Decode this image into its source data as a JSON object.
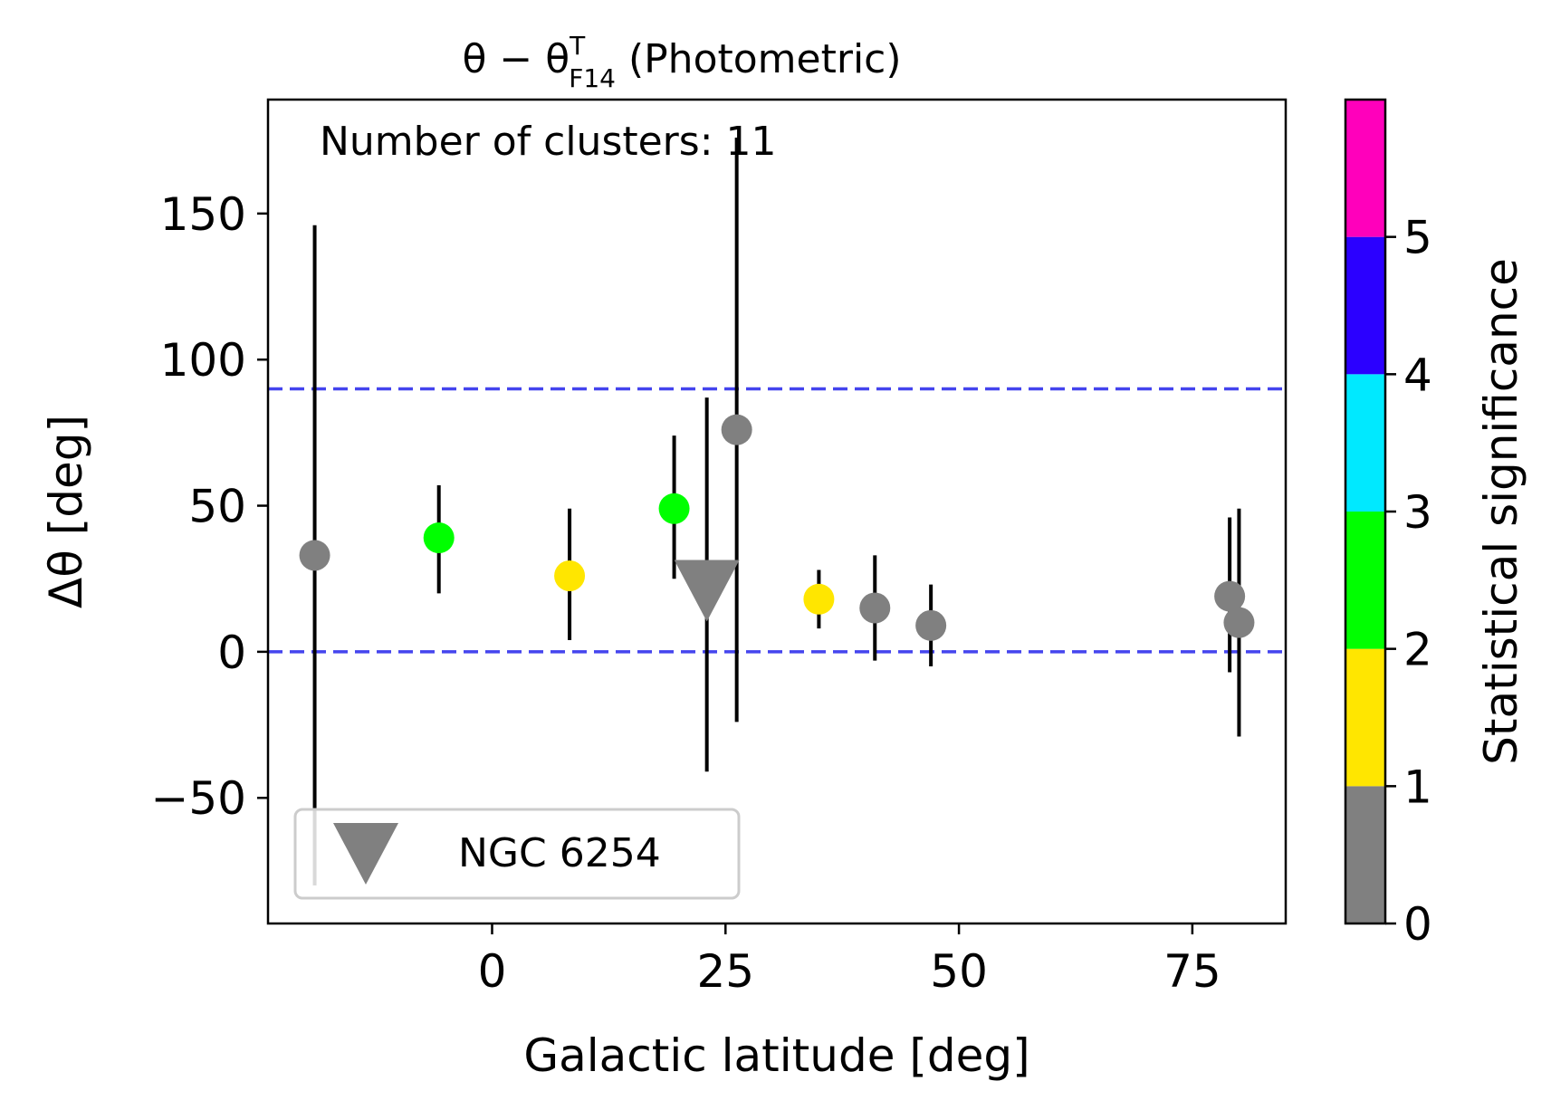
{
  "chart_data": {
    "type": "scatter",
    "title": {
      "prefix": "θ − θ",
      "sup": "T",
      "sub": "F14",
      "suffix": " (Photometric)"
    },
    "xlabel": "Galactic latitude [deg]",
    "ylabel": "Δθ [deg]",
    "xlim": [
      -24,
      85
    ],
    "ylim": [
      -93,
      189
    ],
    "xticks": [
      0,
      25,
      50,
      75
    ],
    "yticks": [
      -50,
      0,
      50,
      100,
      150
    ],
    "ytick_labels": [
      "−50",
      "0",
      "50",
      "100",
      "150"
    ],
    "grid": false,
    "annotation": "Number of clusters: 11",
    "hlines": [
      {
        "y": 0,
        "color": "#4444ee",
        "style": "dashed"
      },
      {
        "y": 90,
        "color": "#4444ee",
        "style": "dashed"
      }
    ],
    "colorbar": {
      "label": "Statistical significance",
      "ticks": [
        0,
        1,
        2,
        3,
        4,
        5
      ],
      "range": [
        0,
        6
      ],
      "bands": [
        {
          "from": 0,
          "to": 1,
          "color": "#808080"
        },
        {
          "from": 1,
          "to": 2,
          "color": "#ffe600"
        },
        {
          "from": 2,
          "to": 3,
          "color": "#00ff00"
        },
        {
          "from": 3,
          "to": 4,
          "color": "#00e9ff"
        },
        {
          "from": 4,
          "to": 5,
          "color": "#2b00ff"
        },
        {
          "from": 5,
          "to": 6,
          "color": "#ff00bb"
        }
      ]
    },
    "legend": {
      "position": "lower-left",
      "label": "NGC 6254",
      "marker": "triangle-down",
      "color": "#808080"
    },
    "points": [
      {
        "x": -19.0,
        "y": 33,
        "ylow": -80,
        "yhigh": 146,
        "significance": 0.5,
        "marker": "circle"
      },
      {
        "x": -5.7,
        "y": 39,
        "ylow": 20,
        "yhigh": 57,
        "significance": 2.5,
        "marker": "circle"
      },
      {
        "x": 8.3,
        "y": 26,
        "ylow": 4,
        "yhigh": 49,
        "significance": 1.5,
        "marker": "circle"
      },
      {
        "x": 19.5,
        "y": 49,
        "ylow": 25,
        "yhigh": 74,
        "significance": 2.5,
        "marker": "circle"
      },
      {
        "x": 23.0,
        "y": 23,
        "ylow": -41,
        "yhigh": 87,
        "significance": 0.5,
        "marker": "triangle-down"
      },
      {
        "x": 26.2,
        "y": 76,
        "ylow": -24,
        "yhigh": 176,
        "significance": 0.5,
        "marker": "circle"
      },
      {
        "x": 35.0,
        "y": 18,
        "ylow": 8,
        "yhigh": 28,
        "significance": 1.5,
        "marker": "circle"
      },
      {
        "x": 41.0,
        "y": 15,
        "ylow": -3,
        "yhigh": 33,
        "significance": 0.5,
        "marker": "circle"
      },
      {
        "x": 47.0,
        "y": 9,
        "ylow": -5,
        "yhigh": 23,
        "significance": 0.5,
        "marker": "circle"
      },
      {
        "x": 79.0,
        "y": 19,
        "ylow": -7,
        "yhigh": 46,
        "significance": 0.5,
        "marker": "circle"
      },
      {
        "x": 80.0,
        "y": 10,
        "ylow": -29,
        "yhigh": 49,
        "significance": 0.5,
        "marker": "circle"
      }
    ]
  }
}
